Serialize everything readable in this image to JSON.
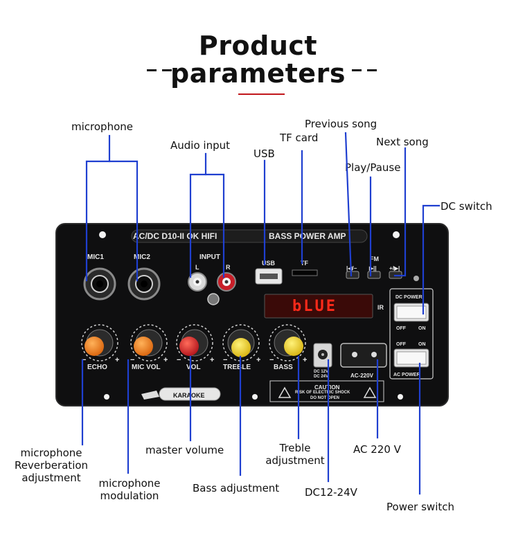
{
  "title": {
    "line1": "Product",
    "line2": "parameters"
  },
  "callouts": {
    "microphone": "microphone",
    "audio_input": "Audio input",
    "usb": "USB",
    "tf_card": "TF card",
    "previous_song": "Previous song",
    "next_song": "Next song",
    "play_pause": "Play/Pause",
    "dc_switch": "DC switch",
    "mic_reverb": [
      "microphone",
      "Reverberation",
      "adjustment"
    ],
    "mic_modulation": [
      "microphone",
      "modulation"
    ],
    "master_volume": "master volume",
    "bass_adjustment": "Bass adjustment",
    "treble_adjustment": [
      "Treble",
      "adjustment"
    ],
    "dc_12_24": "DC12-24V",
    "ac_220": "AC 220 V",
    "power_switch": "Power switch"
  },
  "panel": {
    "model": "AC/DC D10-II OK HIFI",
    "brand": "BASS POWER AMP",
    "mic1": "MIC1",
    "mic2": "MIC2",
    "input": "INPUT",
    "input_l": "L",
    "input_r": "R",
    "usb": "USB",
    "tf": "TF",
    "fm": "FM",
    "btn_prev": "|◀/−",
    "btn_play": "▶||",
    "btn_next": "+/▶|",
    "display": "bLUE",
    "ir": "IR",
    "dc_power": "DC POWER",
    "off": "OFF",
    "on": "ON",
    "dc_jack": "DC 12V\nDC 24V",
    "ac_label": "AC-220V",
    "ac_power": "AC POWER",
    "caution_title": "CAUTION",
    "caution_line1": "RISK OF ELECTRIC SHOCK",
    "caution_line2": "DO NOT OPEN",
    "karaoke": "KARAOKE",
    "knobs": [
      "ECHO",
      "MIC VOL",
      "VOL",
      "TREBLE",
      "BASS"
    ],
    "minus": "−",
    "plus": "+"
  },
  "colors": {
    "line_blue": "#1f3fd0",
    "accent_red": "#c0161b",
    "knob_orange": "#ef7d16",
    "knob_red": "#d71a1f",
    "knob_yellow": "#f3d21c",
    "display_red": "#ff2a1a"
  }
}
